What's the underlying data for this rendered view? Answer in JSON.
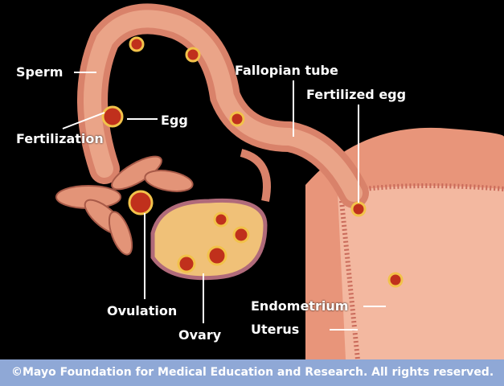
{
  "labels": {
    "sperm": "Sperm",
    "egg": "Egg",
    "fertilization": "Fertilization",
    "fallopian_tube": "Fallopian tube",
    "fertilized_egg": "Fertilized egg",
    "ovulation": "Ovulation",
    "ovary": "Ovary",
    "endometrium": "Endometrium",
    "uterus": "Uterus"
  },
  "footer": {
    "copyright": "©Mayo Foundation for Medical Education and Research.  All rights reserved."
  },
  "colors": {
    "background": "#000000",
    "tissue": "#e89a78",
    "egg": "#c0301c",
    "egg_ring": "#f2c24a",
    "footer": "#8fa8d6"
  }
}
